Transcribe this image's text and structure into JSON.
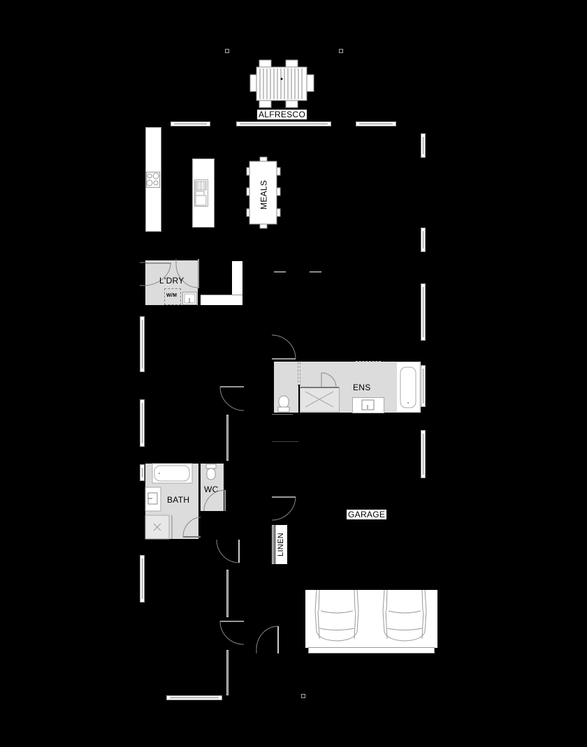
{
  "plan": {
    "rooms": {
      "alfresco": "ALFRESCO",
      "meals": "MEALS",
      "laundry": "L'DRY",
      "washing_machine": "W/M",
      "ensuite": "ENS",
      "bath": "BATH",
      "wc": "WC",
      "garage": "GARAGE",
      "linen": "LINEN"
    },
    "colors": {
      "background": "#000000",
      "wet_area": "#dcdcdc",
      "fixture": "#ffffff",
      "line": "#888888"
    }
  }
}
